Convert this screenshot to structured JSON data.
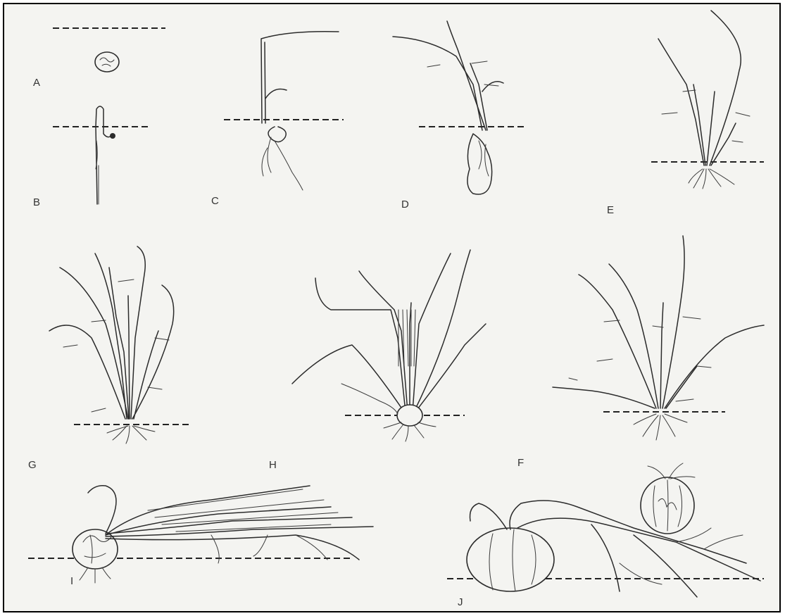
{
  "figure": {
    "panels": [
      {
        "id": "A",
        "label": "A"
      },
      {
        "id": "B",
        "label": "B"
      },
      {
        "id": "C",
        "label": "C"
      },
      {
        "id": "D",
        "label": "D"
      },
      {
        "id": "E",
        "label": "E"
      },
      {
        "id": "G",
        "label": "G"
      },
      {
        "id": "H",
        "label": "H"
      },
      {
        "id": "F",
        "label": "F"
      },
      {
        "id": "I",
        "label": "I"
      },
      {
        "id": "J",
        "label": "J"
      }
    ]
  }
}
